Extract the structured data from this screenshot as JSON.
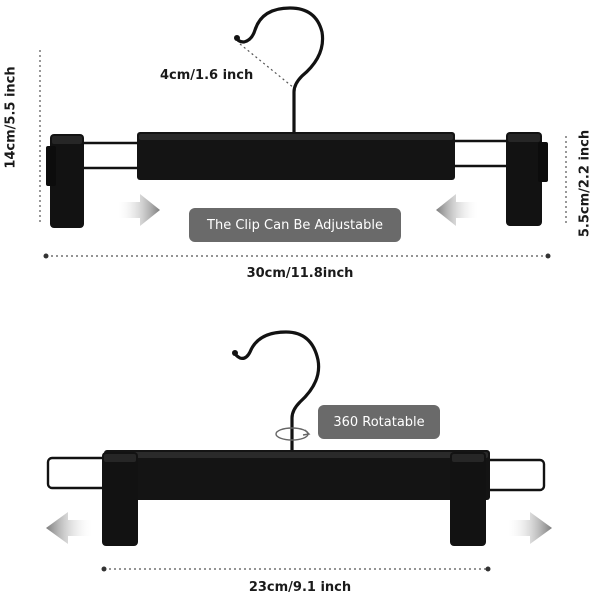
{
  "top_hanger": {
    "hook_opening_label": "4cm/1.6 inch",
    "height_label": "14cm/5.5 inch",
    "clip_height_label": "5.5cm/2.2 inch",
    "width_label": "30cm/11.8inch",
    "adjustable_callout": "The Clip Can Be Adjustable"
  },
  "bottom_hanger": {
    "rotatable_callout": "360 Rotatable",
    "width_label": "23cm/9.1 inch"
  },
  "colors": {
    "hanger": "#121212",
    "pill": "#6a6a6a",
    "arrow": "#9a9a9a",
    "dimension_line": "#555555"
  }
}
